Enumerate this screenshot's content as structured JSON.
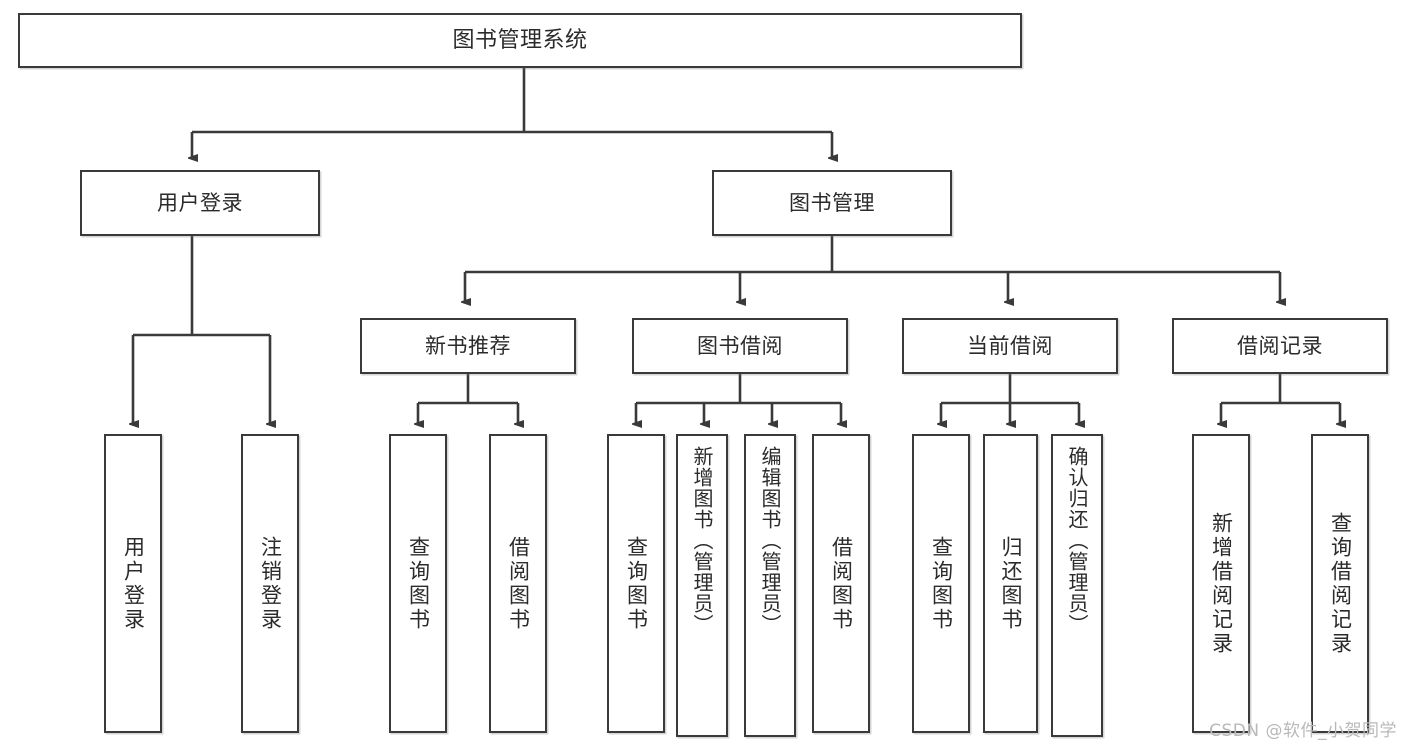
{
  "diagram": {
    "title": "图书管理系统",
    "type": "tree",
    "root": {
      "label": "图书管理系统"
    },
    "level1": [
      {
        "label": "用户登录"
      },
      {
        "label": "图书管理"
      }
    ],
    "level2": [
      {
        "label": "新书推荐"
      },
      {
        "label": "图书借阅"
      },
      {
        "label": "当前借阅"
      },
      {
        "label": "借阅记录"
      }
    ],
    "leaves": {
      "user_login": [
        {
          "label": "用户登录"
        },
        {
          "label": "注销登录"
        }
      ],
      "new_book": [
        {
          "label": "查询图书"
        },
        {
          "label": "借阅图书"
        }
      ],
      "book_borrow": [
        {
          "label": "查询图书"
        },
        {
          "label": "新增图书（管理员）"
        },
        {
          "label": "编辑图书（管理员）"
        },
        {
          "label": "借阅图书"
        }
      ],
      "current_borrow": [
        {
          "label": "查询图书"
        },
        {
          "label": "归还图书"
        },
        {
          "label": "确认归还（管理员）"
        }
      ],
      "borrow_record": [
        {
          "label": "新增借阅记录"
        },
        {
          "label": "查询借阅记录"
        }
      ]
    }
  },
  "watermark": {
    "text": "CSDN @软件_小贺同学"
  },
  "colors": {
    "stroke": "#3a3a3a",
    "fill": "#ffffff",
    "text": "#2b2b2b",
    "watermark": "#b9b9b9"
  }
}
